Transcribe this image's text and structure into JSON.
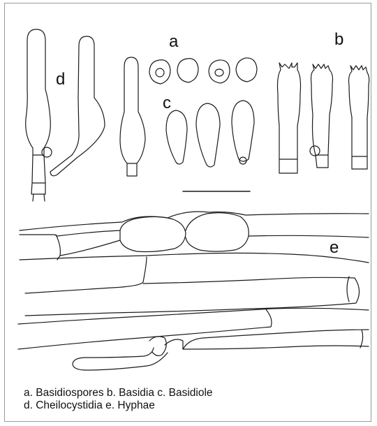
{
  "figure": {
    "panel_letters": {
      "a": "a",
      "b": "b",
      "c": "c",
      "d": "d",
      "e": "e"
    },
    "caption_lines": [
      "a. Basidiospores  b. Basidia  c. Basidiole",
      "d. Cheilocystidia  e. Hyphae"
    ]
  }
}
